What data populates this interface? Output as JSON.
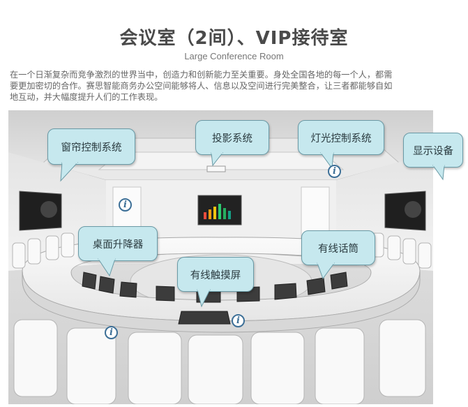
{
  "header": {
    "title": "会议室（2间）、VIP接待室",
    "subtitle": "Large Conference Room"
  },
  "intro": {
    "line1": "在一个日渐复杂而竞争激烈的世界当中，创造力和创新能力至关重要。身处全国各地的每一个人，都需",
    "line2": "要更加密切的合作。赛思智能商务办公空间能够将人、信息以及空间进行完美整合，让三者都能够自如",
    "line3": "地互动，并大幅度提升人们的工作表现。"
  },
  "callouts": {
    "curtain": "窗帘控制系统",
    "projector": "投影系统",
    "lighting": "灯光控制系统",
    "display": "显示设备",
    "lift": "桌面升降器",
    "microphone": "有线话筒",
    "touchscreen": "有线触摸屏"
  },
  "info_icon_glyph": "i",
  "colors": {
    "bubble_fill": "#c6e8ee",
    "bubble_border": "#6a9aa6",
    "info_blue": "#3c6f97"
  }
}
